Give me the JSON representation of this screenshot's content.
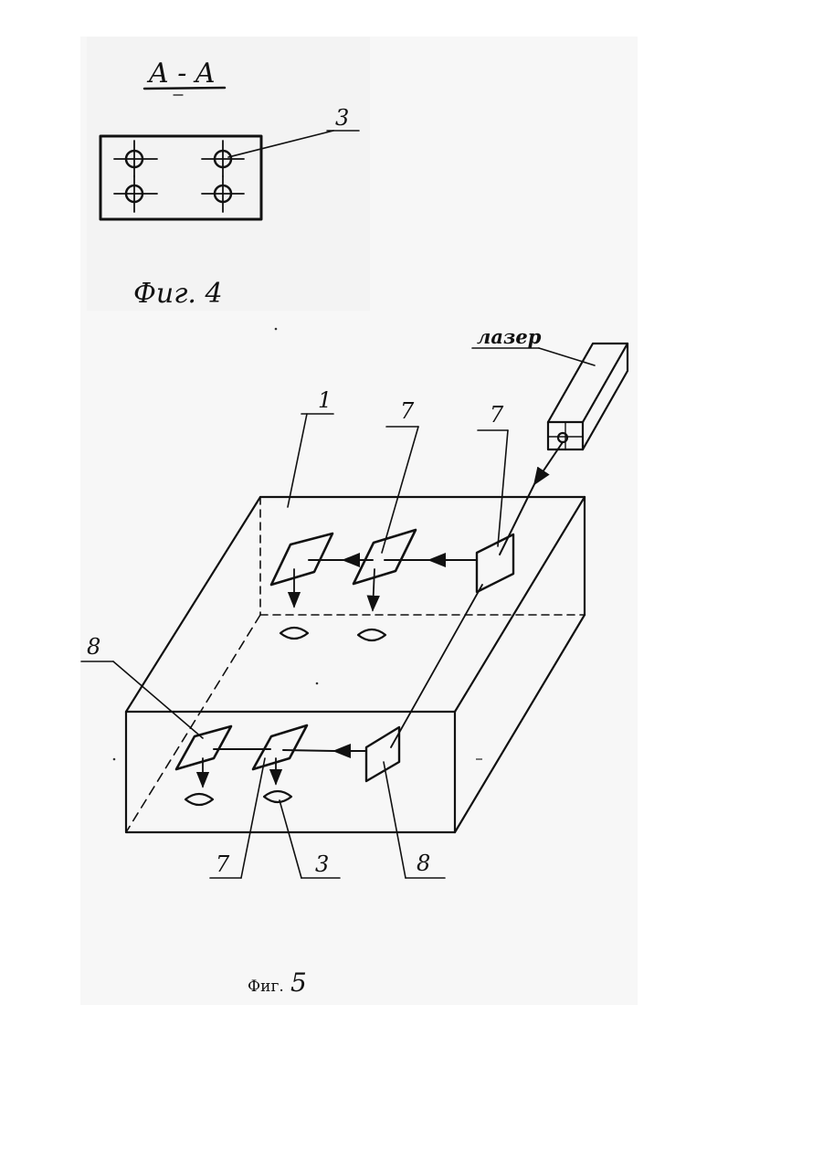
{
  "figure4": {
    "section_label": "A - A",
    "hole_label": "3",
    "caption": "Фиг. 4"
  },
  "figure5": {
    "laser_label": "лазер",
    "labels": {
      "housing": "1",
      "mirror_top_middle": "7",
      "mirror_top_right": "7",
      "mirror_bottom_left": "8",
      "mirror_bottom_middle": "7",
      "eye_bottom": "3",
      "mirror_bottom_right": "8"
    },
    "caption_prefix": "Фиг.",
    "caption_number": "5"
  },
  "colors": {
    "ink": "#111111",
    "paper": "#ffffff",
    "scan": "#f7f7f7"
  }
}
